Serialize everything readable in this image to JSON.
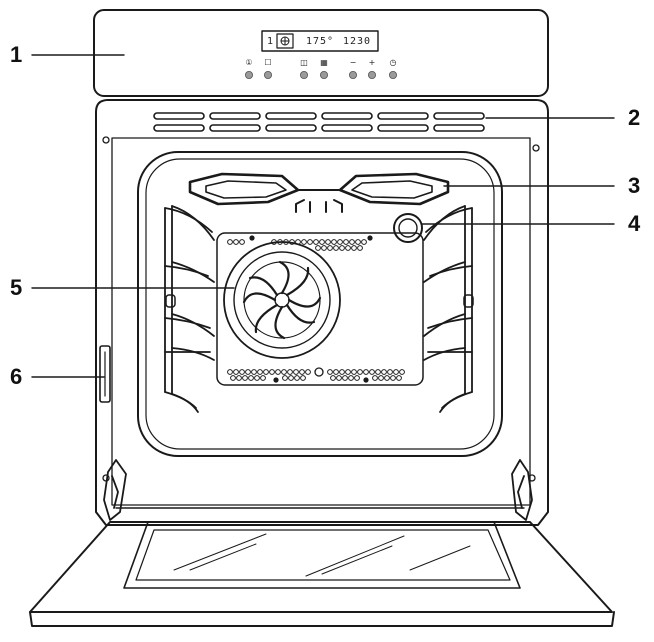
{
  "callouts": [
    {
      "number": "1",
      "part": "control-panel"
    },
    {
      "number": "2",
      "part": "cooling-vents"
    },
    {
      "number": "3",
      "part": "heating-element"
    },
    {
      "number": "4",
      "part": "oven-lamp"
    },
    {
      "number": "5",
      "part": "fan"
    },
    {
      "number": "6",
      "part": "door-switch"
    }
  ],
  "display": {
    "program": "1",
    "temperature": "175°",
    "time": "1230"
  },
  "buttons": [
    {
      "symbol": "①",
      "icon": "power-icon"
    },
    {
      "symbol": "☐",
      "icon": "mode-icon"
    },
    {
      "symbol": "◫",
      "icon": "function-icon"
    },
    {
      "symbol": "▦",
      "icon": "program-icon"
    },
    {
      "symbol": "−",
      "icon": "minus-icon"
    },
    {
      "symbol": "+",
      "icon": "plus-icon"
    },
    {
      "symbol": "◷",
      "icon": "clock-icon"
    }
  ],
  "colors": {
    "line": "#1a1a1a",
    "panel_dots": "#9a9a9a"
  }
}
